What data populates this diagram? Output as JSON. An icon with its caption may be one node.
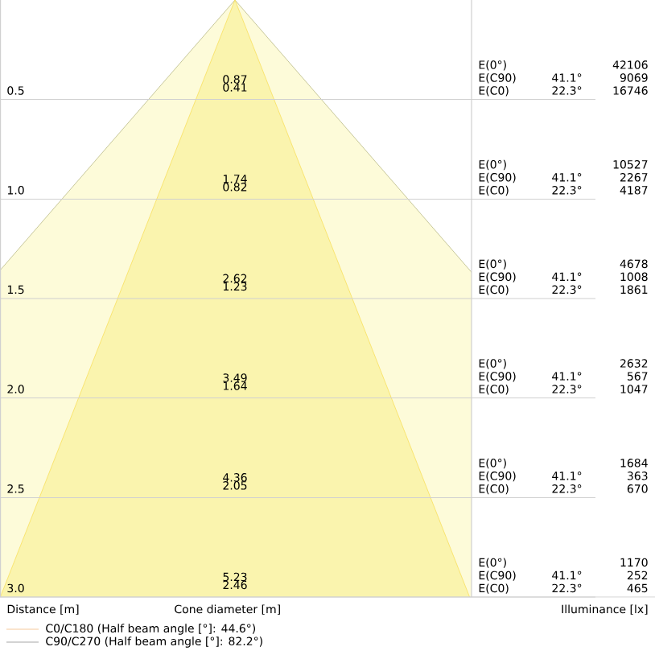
{
  "diagram": {
    "labels": [
      "0.5",
      "0.87",
      "0.41",
      "E(0°)",
      "42106",
      "E(C90)",
      "41.1°",
      "9069",
      "E(C0)",
      "22.3°",
      "16746",
      "1.0",
      "1.74",
      "0.82",
      "E(0°)",
      "10527",
      "E(C90)",
      "41.1°",
      "2267",
      "E(C0)",
      "22.3°",
      "4187",
      "1.5",
      "2.62",
      "1.23",
      "E(0°)",
      "4678",
      "E(C90)",
      "41.1°",
      "1008",
      "E(C0)",
      "22.3°",
      "1861",
      "2.0",
      "3.49",
      "1.64",
      "E(0°)",
      "2632",
      "E(C90)",
      "41.1°",
      "567",
      "E(C0)",
      "22.3°",
      "1047",
      "2.5",
      "4.36",
      "2.05",
      "E(0°)",
      "1684",
      "E(C90)",
      "41.1°",
      "363",
      "E(C0)",
      "22.3°",
      "670",
      "3.0",
      "5.23",
      "2.46",
      "E(0°)",
      "1170",
      "E(C90)",
      "41.1°",
      "252",
      "E(C0)",
      "22.3°",
      "465",
      "Distance [m]",
      "Cone diameter [m]",
      "Illuminance [lx]"
    ],
    "legend": [
      {
        "text": "C0/C180 (Half beam angle [°]: 44.6°)"
      },
      {
        "text": "C90/C270 (Half beam angle [°]: 82.2°)"
      }
    ]
  }
}
